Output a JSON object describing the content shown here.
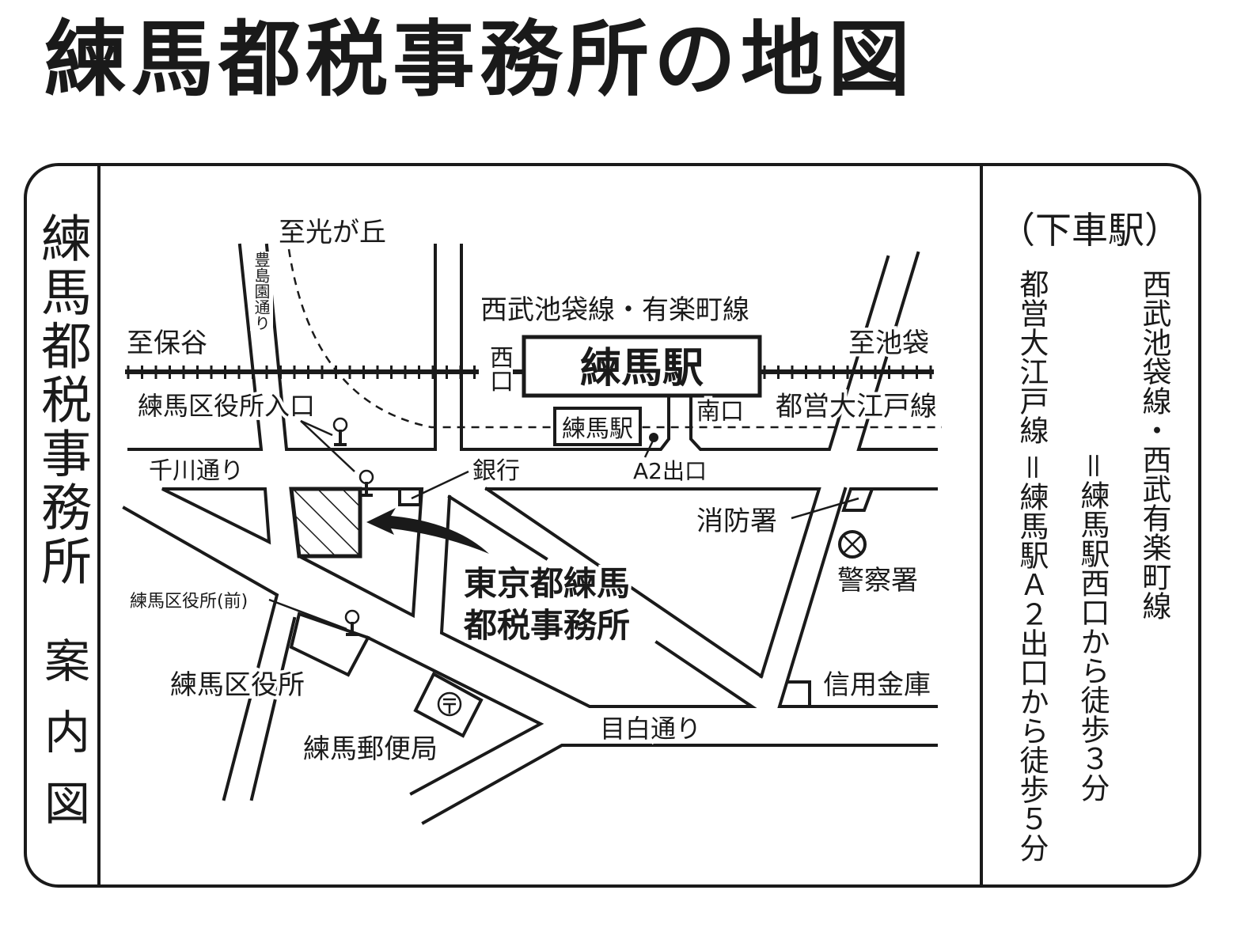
{
  "title": "練馬都税事務所の地図",
  "side_panel": {
    "heading": "練馬都税事務所",
    "subheading": "案内図"
  },
  "access": {
    "heading": "（下車駅）",
    "routes": [
      {
        "line": "西武池袋線・西武有楽町線",
        "detail": "＝練馬駅西口から徒歩３分"
      },
      {
        "line": "都営大江戸線",
        "detail": "＝練馬駅Ａ２出口から徒歩５分"
      }
    ]
  },
  "map": {
    "labels": {
      "to_hikarigaoka": "至光が丘",
      "toshimaen_dori": "豊島園通り",
      "rail_line": "西武池袋線・有楽町線",
      "to_hoya": "至保谷",
      "west_exit": "西口",
      "station_main": "練馬駅",
      "to_ikebukuro": "至池袋",
      "ward_office_entrance_stop": "練馬区役所入口",
      "station_oedo": "練馬駅",
      "south_exit": "南口",
      "oedo_line": "都営大江戸線",
      "senkawa_dori": "千川通り",
      "bank": "銀行",
      "a2_exit": "A2出口",
      "fire_station": "消防署",
      "police_station": "警察署",
      "destination_line1": "東京都練馬",
      "destination_line2": "都税事務所",
      "ward_office_front_stop": "練馬区役所(前)",
      "ward_office": "練馬区役所",
      "credit_union": "信用金庫",
      "mejiro_dori": "目白通り",
      "post_office": "練馬郵便局"
    }
  }
}
